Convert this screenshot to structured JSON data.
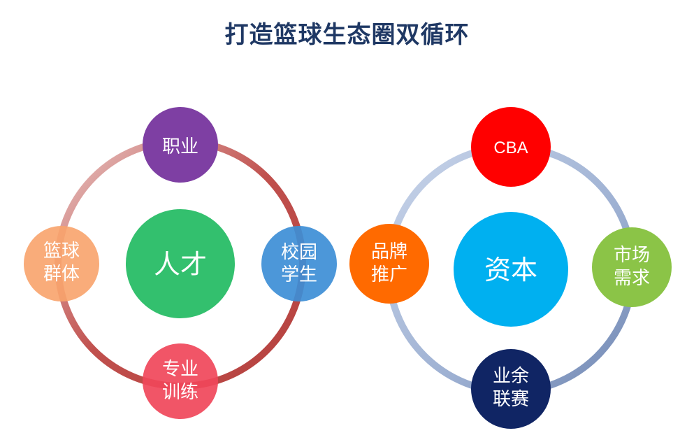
{
  "title": "打造篮球生态圈双循环",
  "colors": {
    "title": "#1f3864",
    "ring_left": "#c0504d",
    "ring_right": "#8ea3c8"
  },
  "left_cycle": {
    "center": {
      "text": "人才",
      "color": "#33c06e"
    },
    "nodes": [
      {
        "id": "pro",
        "line1": "职业",
        "line2": "",
        "color": "#7e3fa3"
      },
      {
        "id": "campus",
        "line1": "校园",
        "line2": "学生",
        "color": "#3d8ed6"
      },
      {
        "id": "training",
        "line1": "专业",
        "line2": "训练",
        "color": "#f0475a"
      },
      {
        "id": "group",
        "line1": "篮球",
        "line2": "群体",
        "color": "#f8a36b"
      }
    ]
  },
  "right_cycle": {
    "center": {
      "text": "资本",
      "color": "#00b0f0"
    },
    "nodes": [
      {
        "id": "cba",
        "line1": "CBA",
        "line2": "",
        "color": "#ff0000"
      },
      {
        "id": "market",
        "line1": "市场",
        "line2": "需求",
        "color": "#8bc447"
      },
      {
        "id": "amateur",
        "line1": "业余",
        "line2": "联赛",
        "color": "#102564"
      },
      {
        "id": "brand",
        "line1": "品牌",
        "line2": "推广",
        "color": "#ff6a00"
      }
    ]
  }
}
